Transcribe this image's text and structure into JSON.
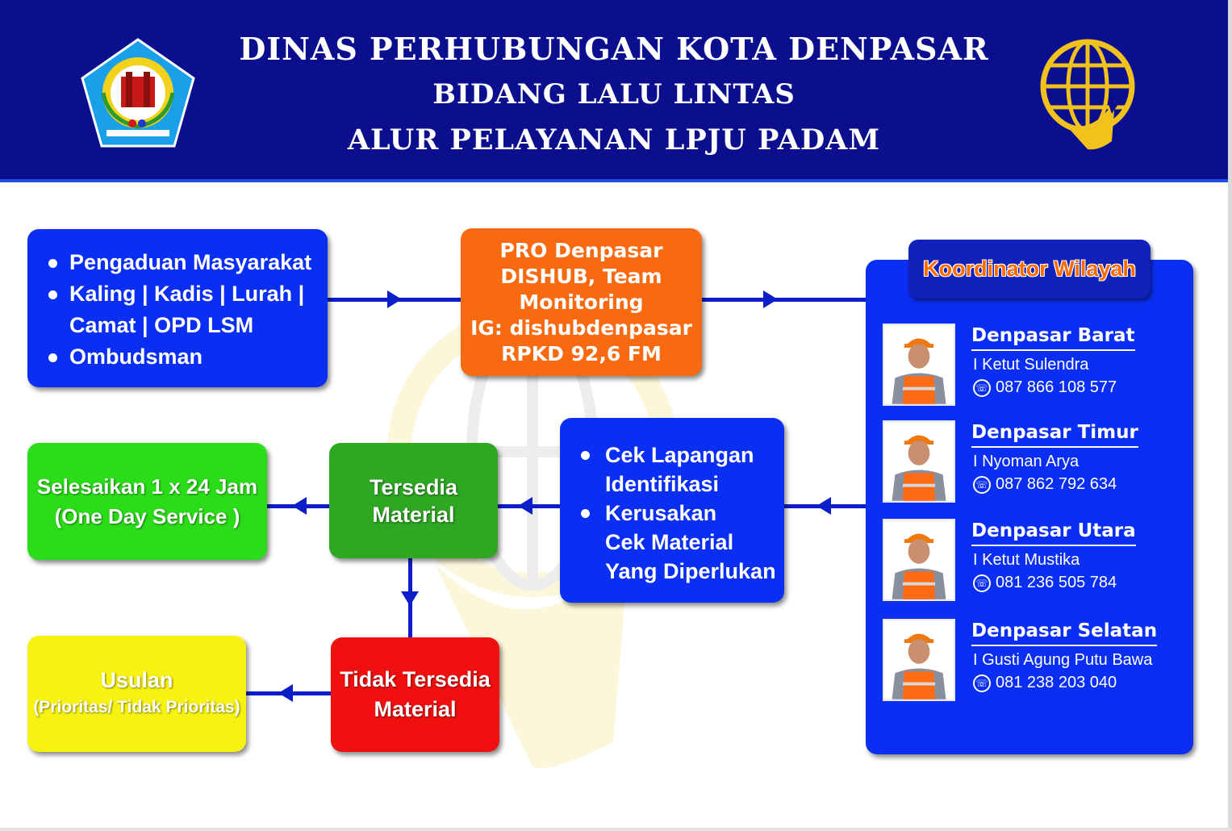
{
  "header": {
    "title_line1": "DINAS PERHUBUNGAN KOTA DENPASAR",
    "title_line2": "BIDANG LALU LINTAS",
    "title_line3": "ALUR PELAYANAN LPJU PADAM",
    "logo_left": "denpasar-city-emblem",
    "logo_right": "dishub-globe-emblem"
  },
  "colors": {
    "header_bg": "#0b0f8e",
    "blue_box": "#0a2ff2",
    "orange_box": "#f76a12",
    "green_box": "#2bdc18",
    "dark_green_box": "#2ea722",
    "red_box": "#f01010",
    "yellow_box": "#f7f212",
    "connector": "#0b1ec8",
    "koordinator_title": "#ff6a00"
  },
  "sources": {
    "items": [
      "Pengaduan Masyarakat",
      "Kaling | Kadis | Lurah |",
      "Camat | OPD LSM",
      "Ombudsman"
    ]
  },
  "pro": {
    "lines": [
      "PRO Denpasar",
      "DISHUB, Team",
      "Monitoring",
      "IG: dishubdenpasar",
      "RPKD 92,6 FM"
    ]
  },
  "cek": {
    "items": [
      "Cek Lapangan",
      "Identifikasi",
      "Kerusakan",
      "Cek Material",
      "Yang Diperlukan"
    ]
  },
  "tersedia": {
    "line1": "Tersedia",
    "line2": "Material"
  },
  "selesaikan": {
    "line1": "Selesaikan 1 x 24 Jam",
    "line2": "(One Day Service )"
  },
  "tidak_tersedia": {
    "line1": "Tidak Tersedia",
    "line2": "Material"
  },
  "usulan": {
    "line1": "Usulan",
    "line2": "(Prioritas/ Tidak Prioritas)"
  },
  "koordinator": {
    "title": "Koordinator Wilayah",
    "people": [
      {
        "region": "Denpasar Barat",
        "name": "I Ketut Sulendra",
        "phone": "087 866 108 577"
      },
      {
        "region": "Denpasar Timur",
        "name": "I Nyoman Arya",
        "phone": "087 862 792 634"
      },
      {
        "region": "Denpasar Utara",
        "name": "I Ketut Mustika",
        "phone": "081 236 505 784"
      },
      {
        "region": "Denpasar Selatan",
        "name": "I Gusti Agung Putu Bawa",
        "phone": "081 238 203 040"
      }
    ]
  }
}
